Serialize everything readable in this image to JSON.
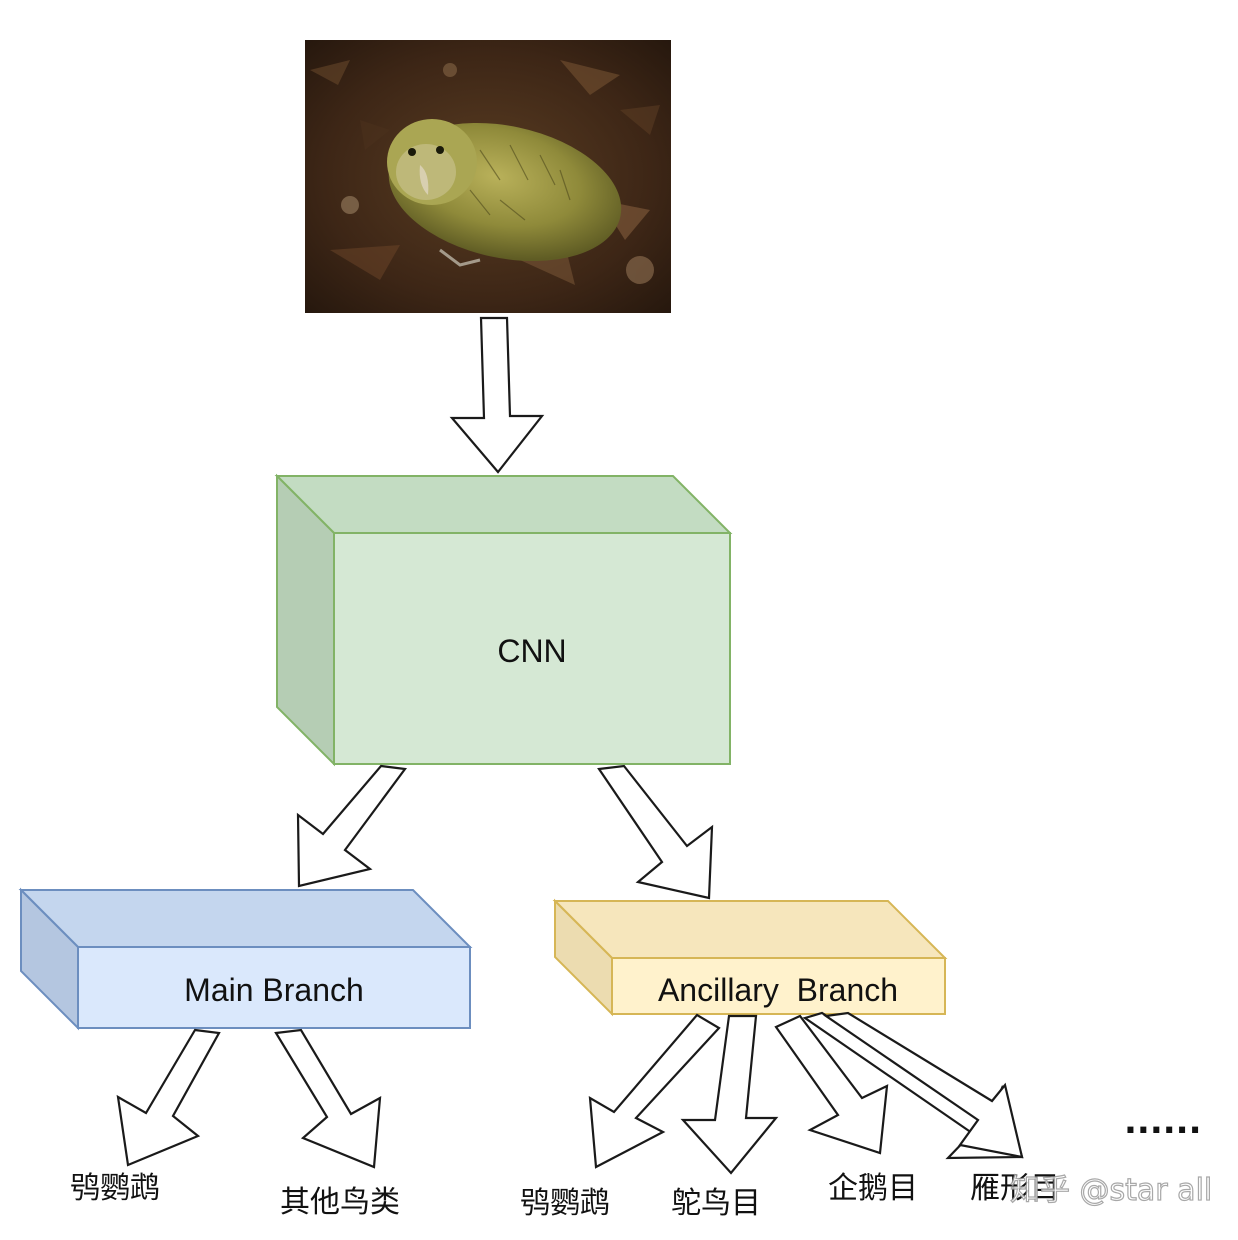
{
  "nodes": {
    "cnn": {
      "label": "CNN"
    },
    "main_branch": {
      "label": "Main Branch"
    },
    "ancillary_branch": {
      "label": "Ancillary  Branch"
    }
  },
  "outputs": {
    "main": [
      "鸮鹦鹉",
      "其他鸟类"
    ],
    "ancillary": [
      "鸮鹦鹉",
      "鸵鸟目",
      "企鹅目",
      "雁形目"
    ]
  },
  "ellipsis": "......",
  "watermark": "知乎 @star all",
  "image": {
    "subject": "kakapo-photo"
  },
  "colors": {
    "cnn_fill": "#d5e8d4",
    "cnn_stroke": "#82b366",
    "main_fill": "#dae8fc",
    "main_stroke": "#6c8ebf",
    "anc_fill": "#fff2cc",
    "anc_stroke": "#d6b656"
  }
}
